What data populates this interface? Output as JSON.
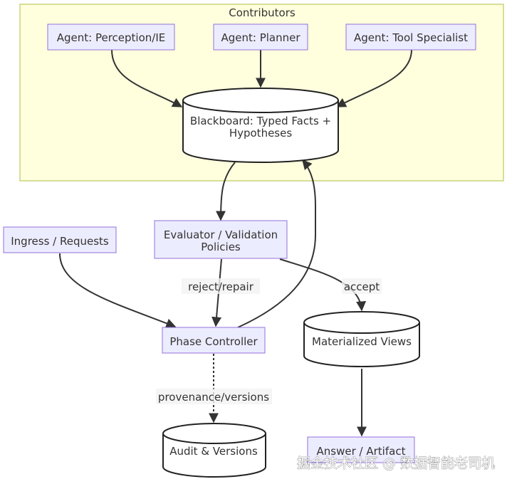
{
  "diagram": {
    "type": "flowchart",
    "colors": {
      "subgraph_fill": "#ffffde",
      "subgraph_stroke": "#c9d47a",
      "node_fill": "#ececff",
      "node_stroke": "#9370db",
      "db_fill": "#ffffff",
      "db_stroke": "#222222",
      "edge": "#333333",
      "edge_label_bg": "#f3f3f3"
    },
    "subgraph": {
      "id": "contributors",
      "title": "Contributors"
    },
    "nodes": {
      "perception": {
        "label": "Agent: Perception/IE",
        "shape": "rect"
      },
      "planner": {
        "label": "Agent: Planner",
        "shape": "rect"
      },
      "tool": {
        "label": "Agent: Tool Specialist",
        "shape": "rect"
      },
      "blackboard": {
        "label_lines": [
          "Blackboard: Typed Facts +",
          "Hypotheses"
        ],
        "shape": "cylinder"
      },
      "evaluator": {
        "label_lines": [
          "Evaluator / Validation",
          "Policies"
        ],
        "shape": "rect"
      },
      "ingress": {
        "label": "Ingress / Requests",
        "shape": "rect"
      },
      "phase": {
        "label": "Phase Controller",
        "shape": "rect"
      },
      "views": {
        "label": "Materialized Views",
        "shape": "cylinder"
      },
      "audit": {
        "label": "Audit & Versions",
        "shape": "cylinder"
      },
      "answer": {
        "label": "Answer / Artifact",
        "shape": "rect"
      }
    },
    "edges": [
      {
        "from": "perception",
        "to": "blackboard",
        "style": "solid",
        "label": ""
      },
      {
        "from": "planner",
        "to": "blackboard",
        "style": "solid",
        "label": ""
      },
      {
        "from": "tool",
        "to": "blackboard",
        "style": "solid",
        "label": ""
      },
      {
        "from": "blackboard",
        "to": "evaluator",
        "style": "solid",
        "label": ""
      },
      {
        "from": "evaluator",
        "to": "phase",
        "style": "solid",
        "label": "reject/repair"
      },
      {
        "from": "evaluator",
        "to": "views",
        "style": "solid",
        "label": "accept"
      },
      {
        "from": "ingress",
        "to": "phase",
        "style": "solid",
        "label": ""
      },
      {
        "from": "phase",
        "to": "blackboard",
        "style": "solid",
        "label": ""
      },
      {
        "from": "phase",
        "to": "audit",
        "style": "dotted",
        "label": "provenance/versions"
      },
      {
        "from": "views",
        "to": "answer",
        "style": "solid",
        "label": ""
      }
    ]
  },
  "watermark": "掘金技术社区 @ 数据智能老司机"
}
